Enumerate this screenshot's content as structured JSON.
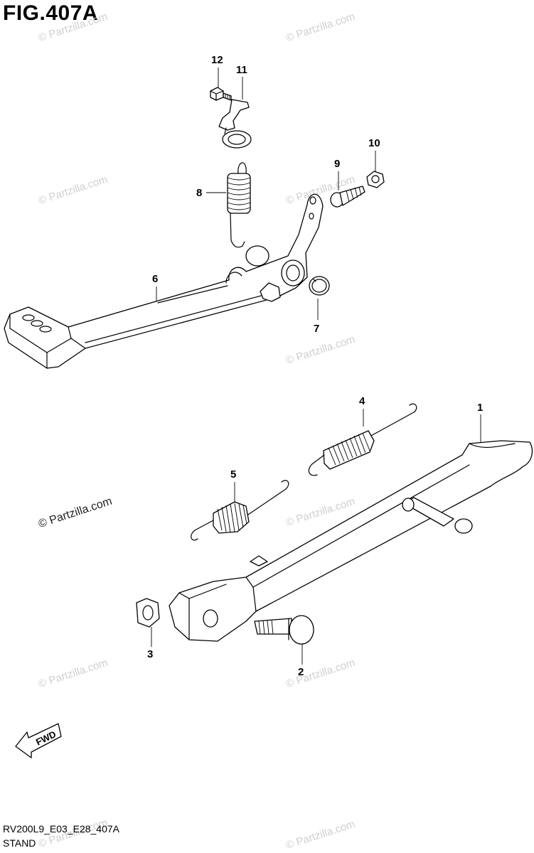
{
  "figure": {
    "title": "FIG.407A",
    "code": "RV200L9_E03_E28_407A",
    "section": "STAND"
  },
  "watermark": "© Partzilla.com",
  "fwd_label": "FWD",
  "callouts": {
    "c1": "1",
    "c2": "2",
    "c3": "3",
    "c4": "4",
    "c5": "5",
    "c6": "6",
    "c7": "7",
    "c8": "8",
    "c9": "9",
    "c10": "10",
    "c11": "11",
    "c12": "12"
  }
}
